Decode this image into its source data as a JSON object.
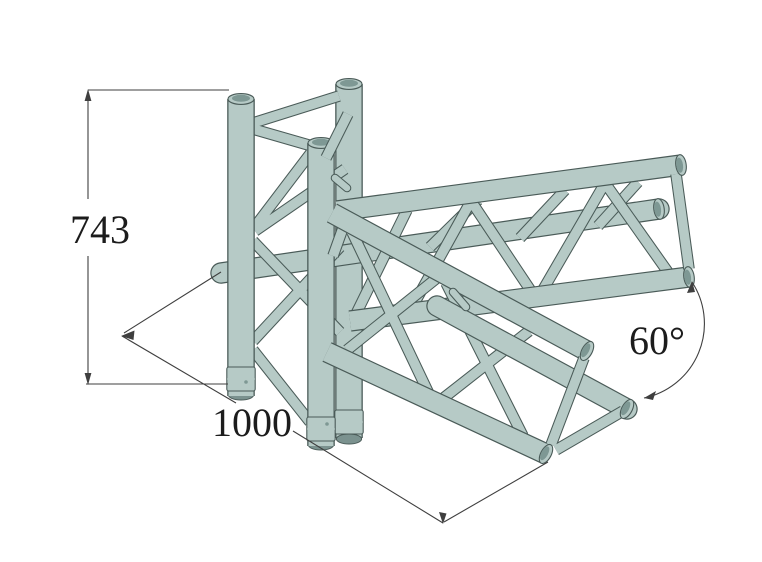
{
  "annotations": {
    "height_label": "743",
    "length_label": "1000",
    "angle_label": "60°"
  },
  "colors": {
    "tube": "#b6cac6",
    "edge": "#4a5b58",
    "hole": "#7e9894",
    "under": "#7b928f",
    "dim": "#3f3f3f",
    "ink": "#1c1c1c",
    "bg": "#ffffff"
  }
}
